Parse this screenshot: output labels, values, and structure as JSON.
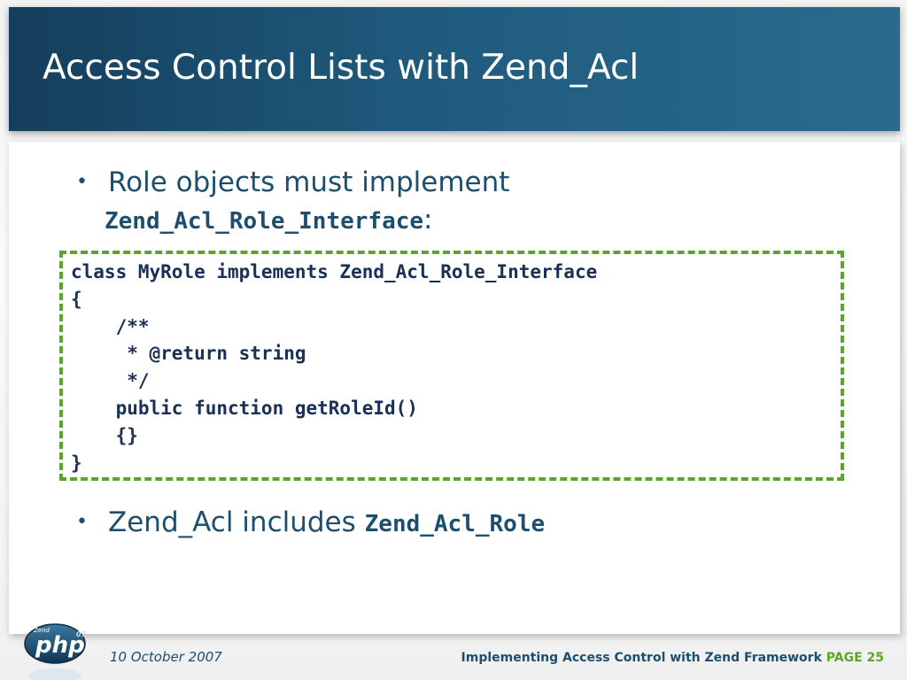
{
  "slide": {
    "title": "Access Control Lists with Zend_Acl",
    "bullets": [
      {
        "text_line1": "Role objects must implement",
        "code_line2": "Zend_Acl_Role_Interface",
        "suffix_line2": ":"
      },
      {
        "text": "Zend_Acl includes ",
        "code": "Zend_Acl_Role"
      }
    ],
    "code_block": "class MyRole implements Zend_Acl_Role_Interface\n{\n    /**\n     * @return string\n     */\n    public function getRoleId()\n    {}\n}"
  },
  "footer": {
    "date": "10 October 2007",
    "presentation_title": "Implementing Access Control with Zend Framework",
    "page_label": "PAGE 25"
  },
  "logo": {
    "brand_small": "Zend",
    "brand_text": "php",
    "version": "07"
  },
  "colors": {
    "header": "#1f5a7d",
    "text": "#1d4e6e",
    "accent": "#5aa62a",
    "code": "#1a2f55"
  }
}
